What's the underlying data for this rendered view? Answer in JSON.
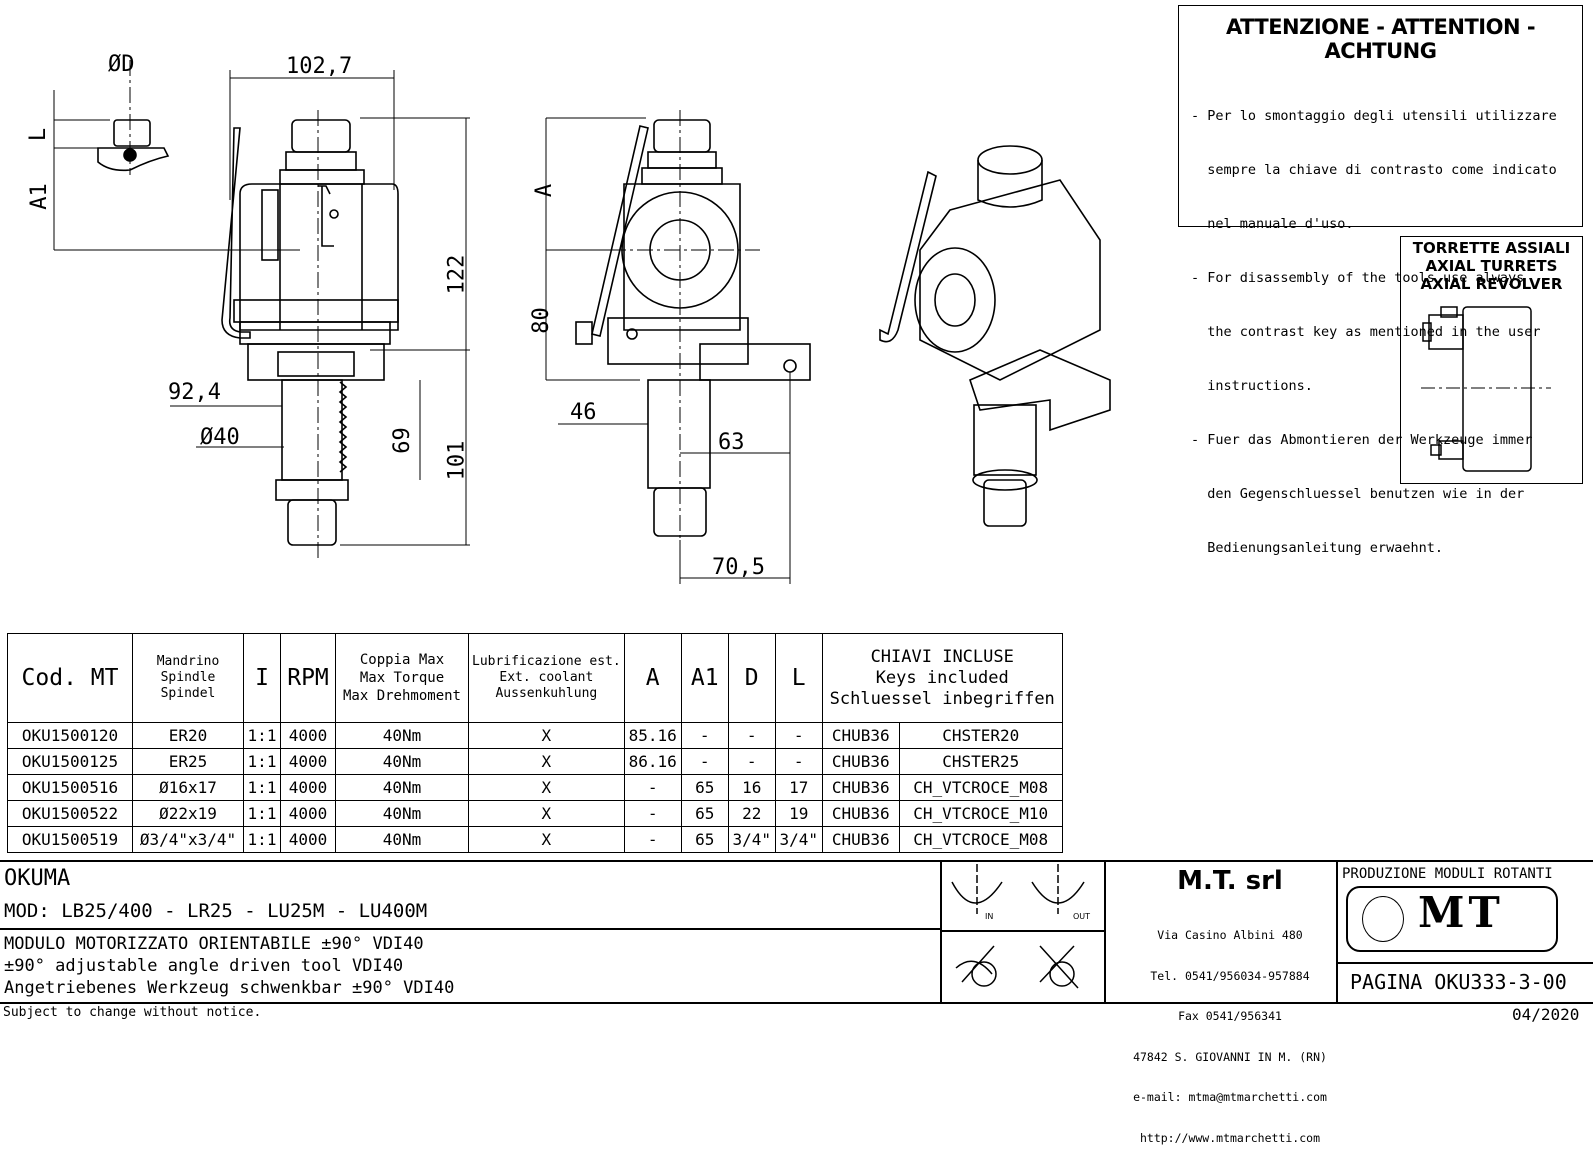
{
  "warning": {
    "title": "ATTENZIONE - ATTENTION - ACHTUNG",
    "lines": [
      "- Per lo smontaggio degli utensili utilizzare",
      "  sempre la chiave di contrasto come indicato",
      "  nel manuale d'uso.",
      "- For disassembly of the tools use always",
      "  the contrast key as mentioned in the user",
      "  instructions.",
      "- Fuer das Abmontieren der Werkzeuge immer",
      "  den Gegenschluessel benutzen wie in der",
      "  Bedienungsanleitung erwaehnt."
    ]
  },
  "turret": {
    "lines": [
      "TORRETTE ASSIALI",
      "AXIAL TURRETS",
      "AXIAL REVOLVER"
    ]
  },
  "dims": {
    "phi_d": "ØD",
    "d1027": "102,7",
    "l": "L",
    "a1": "A1",
    "d122": "122",
    "d924": "92,4",
    "phi40": "Ø40",
    "d69": "69",
    "d101": "101",
    "a": "A",
    "d80": "80",
    "d46": "46",
    "d63": "63",
    "d705": "70,5"
  },
  "table": {
    "headers": {
      "cod": "Cod. MT",
      "spindle": [
        "Mandrino",
        "Spindle",
        "Spindel"
      ],
      "ratio": "I",
      "rpm": "RPM",
      "torque": [
        "Coppia Max",
        "Max Torque",
        "Max Drehmoment"
      ],
      "coolant": [
        "Lubrificazione est.",
        "Ext. coolant",
        "Aussenkuhlung"
      ],
      "a": "A",
      "a1": "A1",
      "d": "D",
      "l": "L",
      "keys": [
        "CHIAVI INCLUSE",
        "Keys included",
        "Schluessel inbegriffen"
      ]
    },
    "rows": [
      {
        "cod": "OKU1500120",
        "spindle": "ER20",
        "ratio": "1:1",
        "rpm": "4000",
        "torque": "40Nm",
        "coolant": "X",
        "a": "85.16",
        "a1": "-",
        "d": "-",
        "l": "-",
        "key1": "CHUB36",
        "key2": "CHSTER20"
      },
      {
        "cod": "OKU1500125",
        "spindle": "ER25",
        "ratio": "1:1",
        "rpm": "4000",
        "torque": "40Nm",
        "coolant": "X",
        "a": "86.16",
        "a1": "-",
        "d": "-",
        "l": "-",
        "key1": "CHUB36",
        "key2": "CHSTER25"
      },
      {
        "cod": "OKU1500516",
        "spindle": "Ø16x17",
        "ratio": "1:1",
        "rpm": "4000",
        "torque": "40Nm",
        "coolant": "X",
        "a": "-",
        "a1": "65",
        "d": "16",
        "l": "17",
        "key1": "CHUB36",
        "key2": "CH_VTCROCE_M08"
      },
      {
        "cod": "OKU1500522",
        "spindle": "Ø22x19",
        "ratio": "1:1",
        "rpm": "4000",
        "torque": "40Nm",
        "coolant": "X",
        "a": "-",
        "a1": "65",
        "d": "22",
        "l": "19",
        "key1": "CHUB36",
        "key2": "CH_VTCROCE_M10"
      },
      {
        "cod": "OKU1500519",
        "spindle": "Ø3/4\"x3/4\"",
        "ratio": "1:1",
        "rpm": "4000",
        "torque": "40Nm",
        "coolant": "X",
        "a": "-",
        "a1": "65",
        "d": "3/4\"",
        "l": "3/4\"",
        "key1": "CHUB36",
        "key2": "CH_VTCROCE_M08"
      }
    ]
  },
  "titleblock": {
    "brand": "OKUMA",
    "models": "MOD: LB25/400 - LR25 - LU25M - LU400M",
    "desc_it": "MODULO MOTORIZZATO ORIENTABILE ±90° VDI40",
    "desc_en": "±90° adjustable angle driven tool VDI40",
    "desc_de": "Angetriebenes Werkzeug schwenkbar ±90° VDI40",
    "in_label": "IN",
    "out_label": "OUT",
    "company": "M.T. srl",
    "address": [
      "Via Casino Albini 480",
      "Tel. 0541/956034-957884",
      "Fax 0541/956341",
      "47842 S. GIOVANNI IN M. (RN)",
      "e-mail: mtma@mtmarchetti.com",
      "http://www.mtmarchetti.com"
    ],
    "production": "PRODUZIONE MODULI ROTANTI",
    "logo": "MT",
    "page": "PAGINA OKU333-3-00",
    "notice": "Subject to change without notice.",
    "date": "04/2020"
  }
}
